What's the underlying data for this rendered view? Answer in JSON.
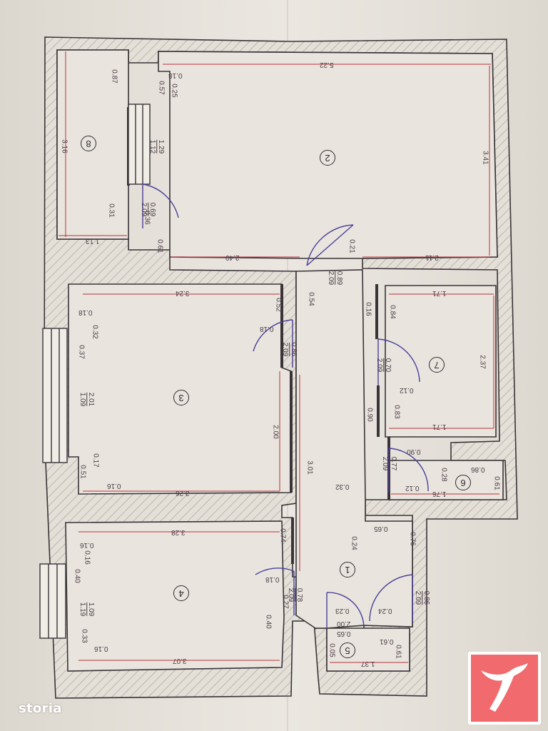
{
  "brand": {
    "name": "storia"
  },
  "logo": {
    "icon": "storia-bird-logo-icon",
    "color": "#f06a6e"
  },
  "colors": {
    "wall": "#3a3438",
    "hatch": "#b9b1aa",
    "dimension": "#b8323c",
    "text": "#4a3a46"
  },
  "rooms": [
    {
      "id": "room-1",
      "number": "1"
    },
    {
      "id": "room-2",
      "number": "2"
    },
    {
      "id": "room-3",
      "number": "3"
    },
    {
      "id": "room-4",
      "number": "4"
    },
    {
      "id": "room-5",
      "number": "5"
    },
    {
      "id": "room-6",
      "number": "6"
    },
    {
      "id": "room-7",
      "number": "7"
    },
    {
      "id": "room-8",
      "number": "8"
    }
  ],
  "dims": {
    "r8_top": "0.87",
    "r8_h": "3.16",
    "r8_w": "1.13",
    "r8_win_a": "1.29",
    "r8_win_b": "1.12",
    "r8_door_w": "0.69",
    "r8_door_h": "2.09",
    "r8_door_off": "0.36",
    "r8_gap": "0.31",
    "r8_bot": "0.61",
    "r2_a": "0.18",
    "r2_b": "0.57",
    "r2_c": "0.25",
    "r2_w": "5.22",
    "r2_h": "3.41",
    "r2_bot_l": "2.40",
    "r2_bot_r": "2.11",
    "r2_pier": "0.21",
    "r2_door_w": "0.89",
    "r2_door_h": "2.09",
    "r3_w": "3.24",
    "r3_a": "0.18",
    "r3_b": "0.32",
    "r3_c": "0.37",
    "r3_win_a": "2.01",
    "r3_win_b": "1.09",
    "r3_d": "0.52",
    "r3_e": "0.54",
    "r3_door_off": "0.18",
    "r3_door_w": "0.86",
    "r3_door_h": "2.09",
    "r3_h": "2.00",
    "r3_f": "0.17",
    "r3_g": "0.51",
    "r3_h2": "0.16",
    "r3_bot": "3.26",
    "hall_len": "3.01",
    "hall_a": "0.32",
    "hall_b": "0.24",
    "hall_c": "0.65",
    "hall_d": "0.76",
    "r7_a": "0.16",
    "r7_b": "0.84",
    "r7_w": "1.71",
    "r7_h": "2.37",
    "r7_door_w": "0.70",
    "r7_door_h": "2.09",
    "r7_c": "0.12",
    "r7_d": "0.90",
    "r7_e": "0.83",
    "r7_bot": "1.71",
    "r6_a": "0.90",
    "r6_door_w": "0.77",
    "r6_door_h": "2.09",
    "r6_b": "0.28",
    "r6_c": "0.86",
    "r6_d": "0.12",
    "r6_w": "1.76",
    "r6_e": "0.61",
    "r4_w": "3.28",
    "r4_a": "0.74",
    "r4_b": "0.16",
    "r4_c": "0.16",
    "r4_d": "0.40",
    "r4_win_a": "1.09",
    "r4_win_b": "1.19",
    "r4_e": "0.33",
    "r4_f": "0.16",
    "r4_g": "0.18",
    "r4_door_w": "0.78",
    "r4_door_h": "2.09",
    "r4_h": "0.27",
    "r4_i": "0.40",
    "r4_bot": "3.07",
    "r5_a": "0.23",
    "r5_door_h": "2.00",
    "r5_door_w": "0.65",
    "r5_b": "0.05",
    "r5_w": "1.37",
    "r5_c": "0.61",
    "r5_d": "0.61",
    "entry_door_w": "0.86",
    "entry_door_h": "2.09",
    "entry_off": "0.24"
  }
}
